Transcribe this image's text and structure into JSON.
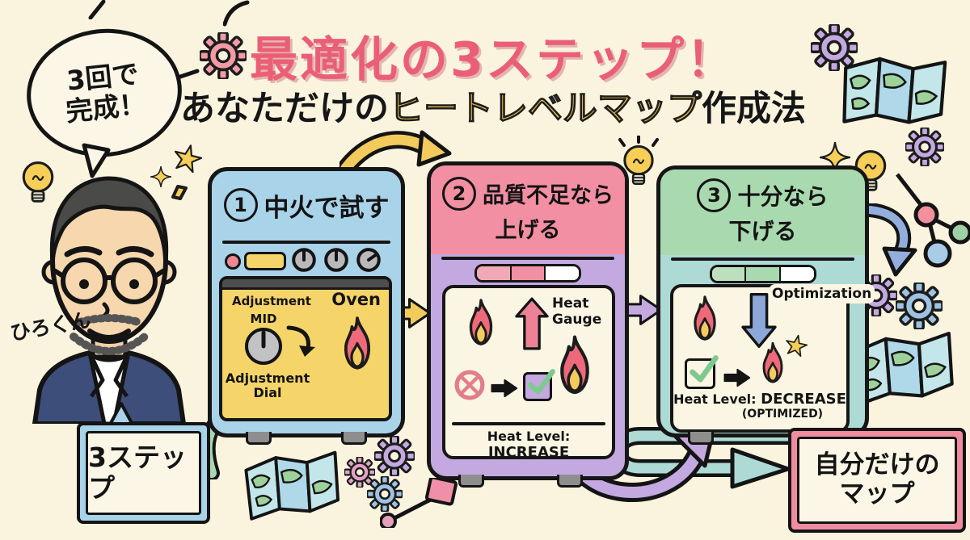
{
  "speech_bubble": {
    "line1": "3回で",
    "line2": "完成！"
  },
  "title": {
    "main": "最適化の3ステップ！",
    "sub_prefix": "あなただけの",
    "sub_highlight": "ヒートレベルマップ",
    "sub_suffix": "作成法"
  },
  "person": {
    "name": "ひろくん"
  },
  "steps": [
    {
      "number": "1",
      "heading": "中火で試す",
      "labels": {
        "adjustment": "Adjustment",
        "oven": "Oven",
        "mid": "MID",
        "dial_line1": "Adjustment",
        "dial_line2": "Dial"
      }
    },
    {
      "number": "2",
      "heading_line1": "品質不足なら",
      "heading_line2": "上げる",
      "labels": {
        "gauge_line1": "Heat",
        "gauge_line2": "Gauge",
        "status_label": "Heat Level:",
        "status_value": "INCREASE"
      }
    },
    {
      "number": "3",
      "heading_line1": "十分なら",
      "heading_line2": "下げる",
      "labels": {
        "optimization": "Optimization",
        "status_label": "Heat Level:",
        "status_value": "DECREASE",
        "status_sub": "(OPTIMIZED)"
      }
    }
  ],
  "callouts": {
    "bottom_left": "3ステップ",
    "bottom_right_line1": "自分だけの",
    "bottom_right_line2": "マップ"
  },
  "colors": {
    "background": "#FAF4DF",
    "title_pink": "#EA5F76",
    "title_yellow": "#F2C043",
    "panel1_blue": "#A9D3E9",
    "oven_door_yellow": "#F5D469",
    "panel2_header_pink": "#F38FA3",
    "panel2_body_purple": "#C4A9E1",
    "panel3_header_green": "#A9D9AE",
    "panel3_body_teal": "#AEDAD6",
    "flame_pink": "#EE6A7B",
    "flame_yellow": "#F3CB5F",
    "arrow_yellow": "#F2CB5C",
    "arrow_green": "#A9D8B0",
    "arrow_blue": "#93AEDC"
  }
}
